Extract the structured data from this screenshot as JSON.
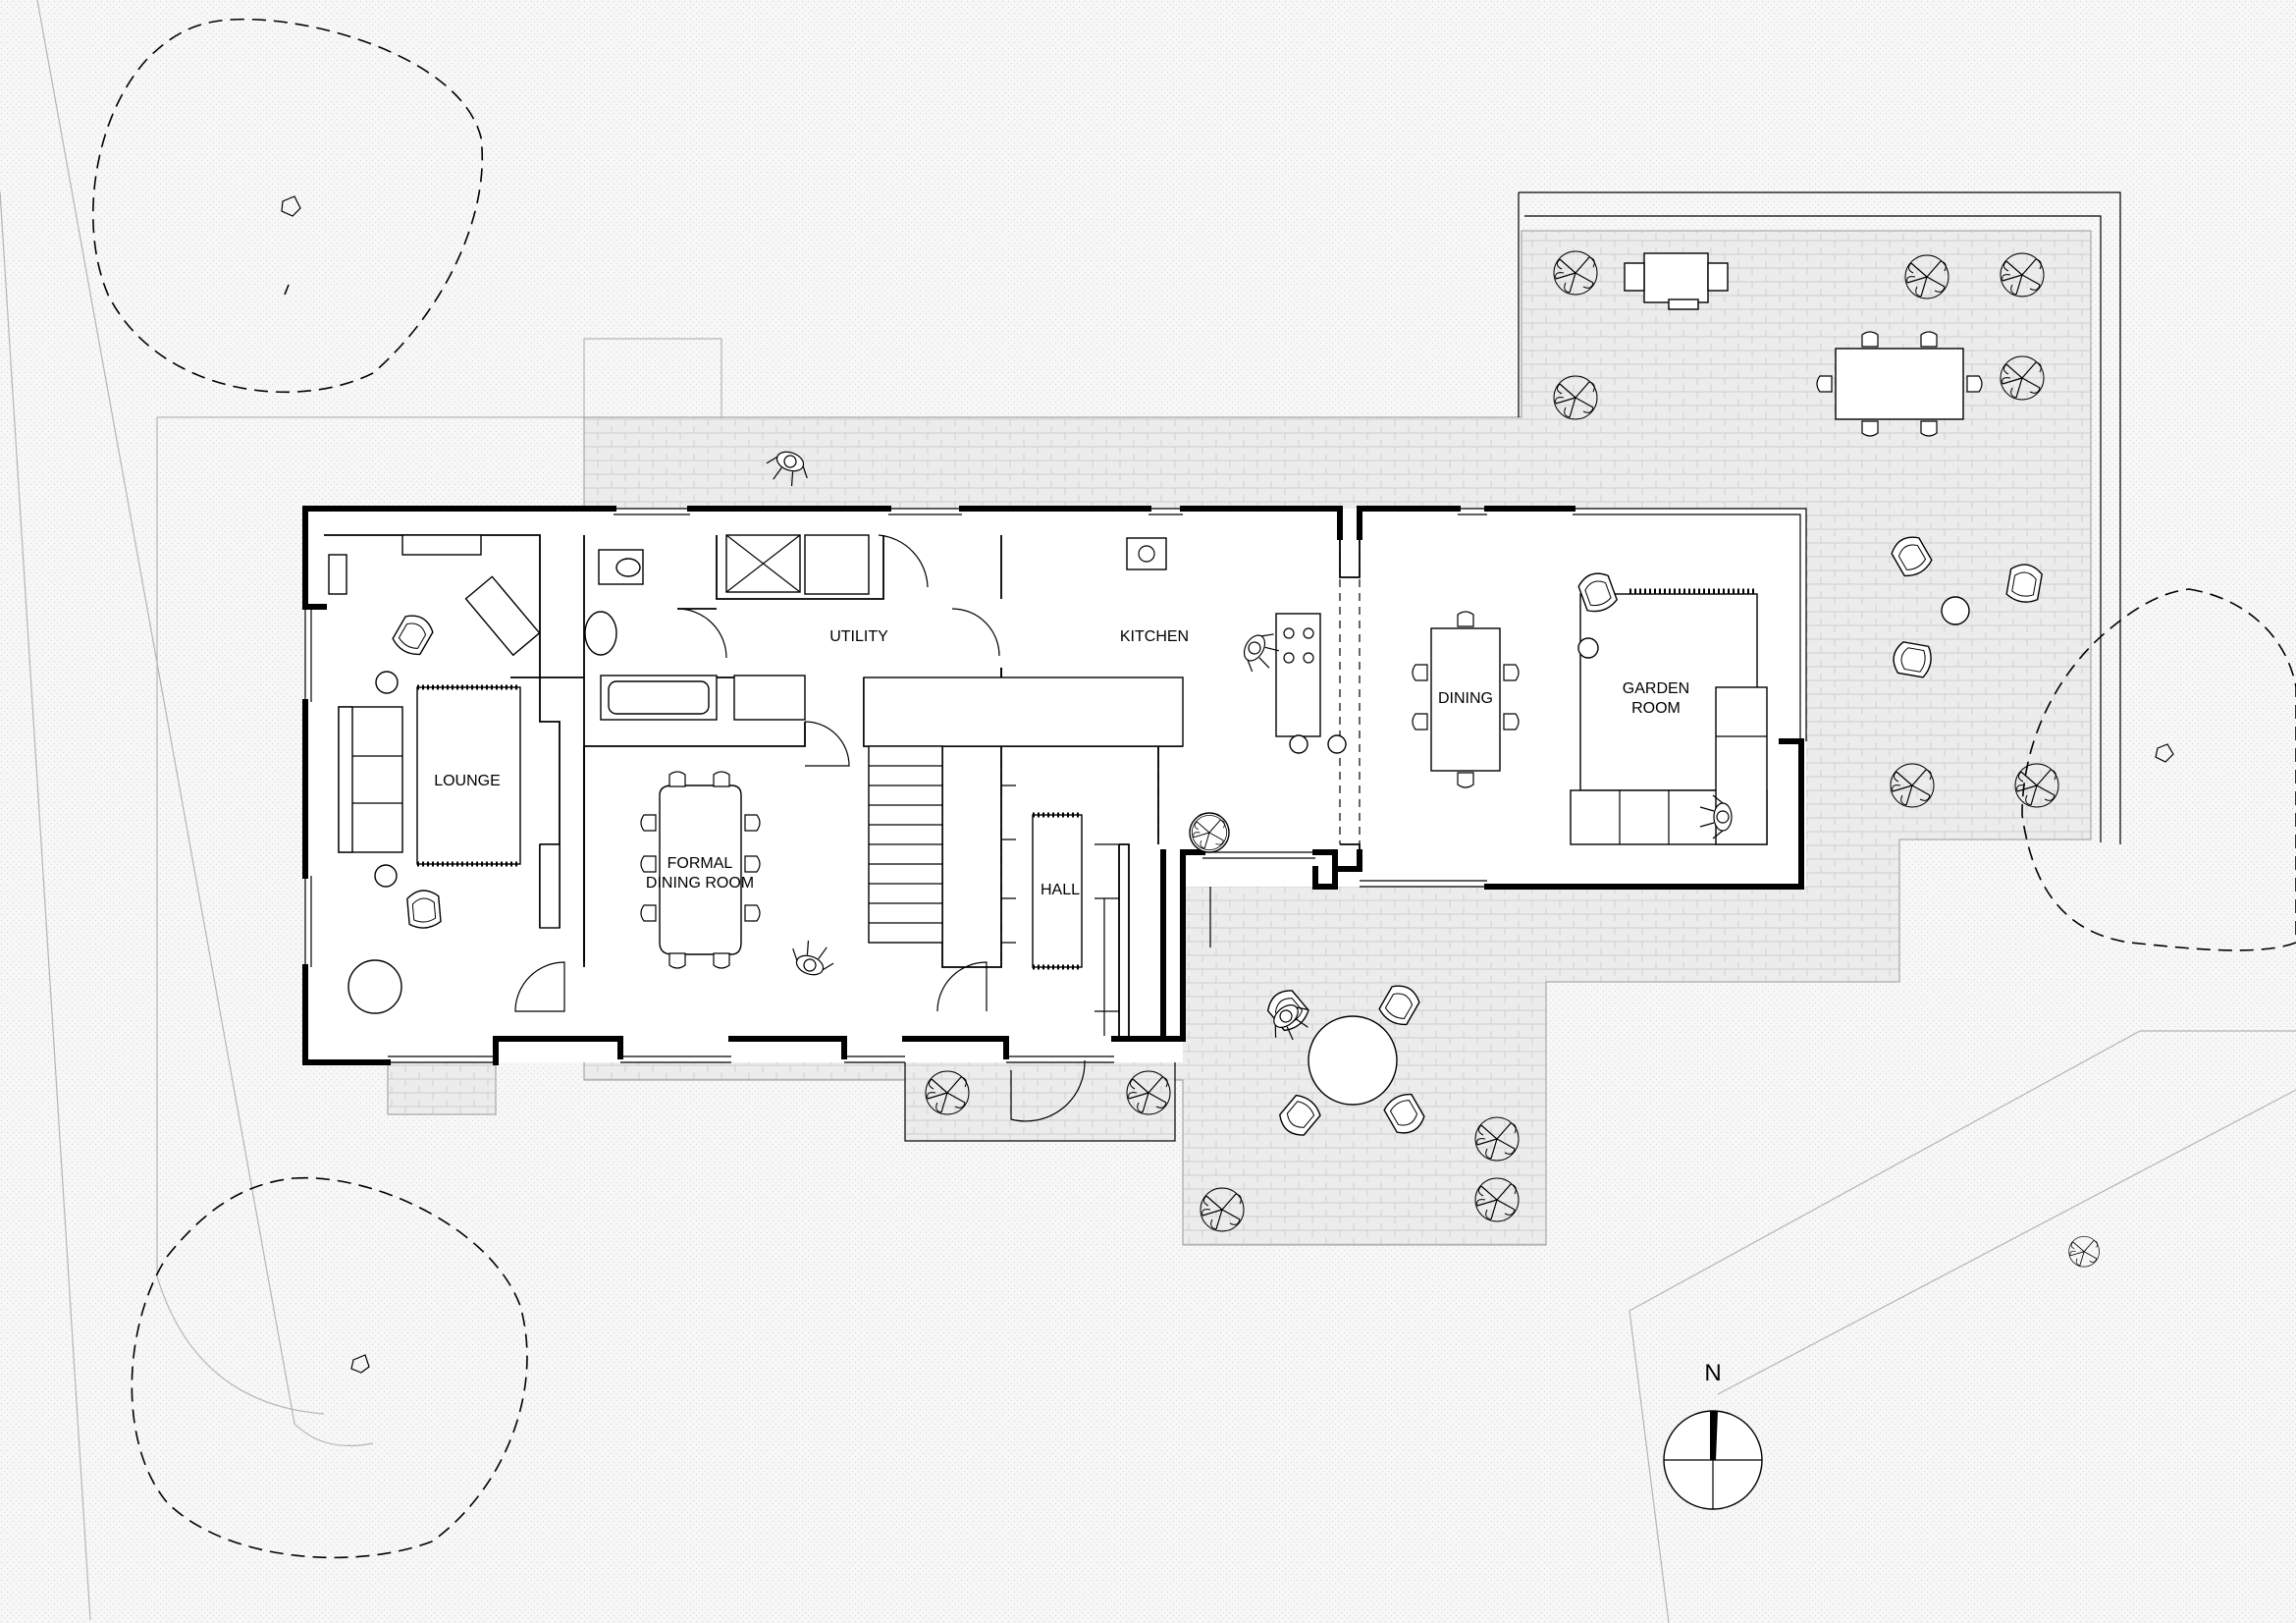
{
  "rooms": {
    "lounge": "LOUNGE",
    "utility": "UTILITY",
    "kitchen": "KITCHEN",
    "dining": "DINING",
    "garden_room_line1": "GARDEN",
    "garden_room_line2": "ROOM",
    "formal_dining_line1": "FORMAL",
    "formal_dining_line2": "DINING ROOM",
    "hall": "HALL"
  },
  "north_arrow": {
    "label": "N",
    "icon": "north-arrow-icon"
  },
  "colors": {
    "line": "#000000",
    "ground": "#f4f4f4",
    "paving": "#e9e9e9",
    "interior": "#ffffff"
  }
}
